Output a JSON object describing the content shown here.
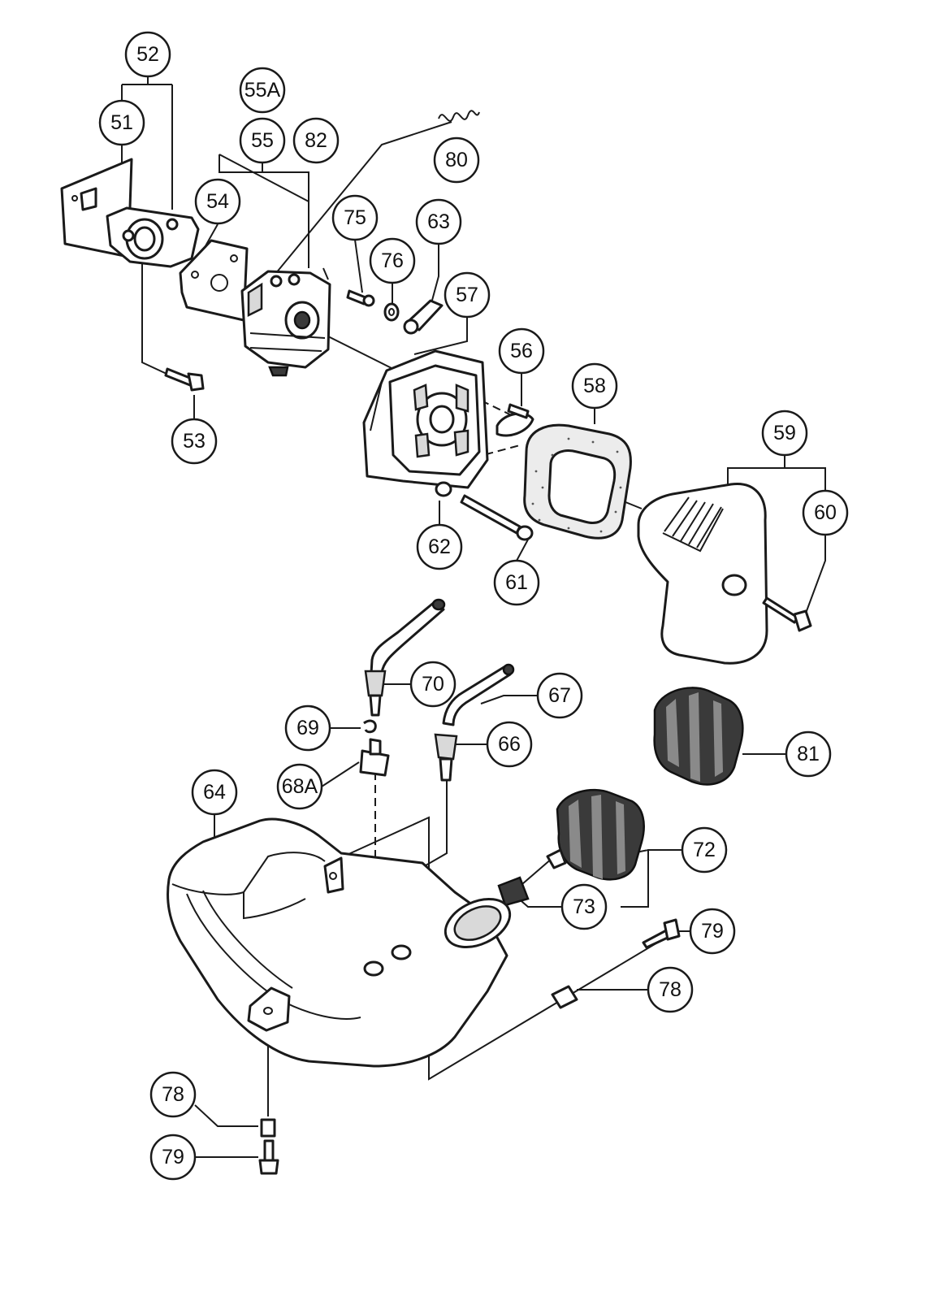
{
  "callouts": [
    {
      "id": "52",
      "label": "52"
    },
    {
      "id": "51",
      "label": "51"
    },
    {
      "id": "55A",
      "label": "55A"
    },
    {
      "id": "55",
      "label": "55"
    },
    {
      "id": "82",
      "label": "82"
    },
    {
      "id": "80",
      "label": "80"
    },
    {
      "id": "54",
      "label": "54"
    },
    {
      "id": "75",
      "label": "75"
    },
    {
      "id": "63",
      "label": "63"
    },
    {
      "id": "76",
      "label": "76"
    },
    {
      "id": "57",
      "label": "57"
    },
    {
      "id": "56",
      "label": "56"
    },
    {
      "id": "58",
      "label": "58"
    },
    {
      "id": "53",
      "label": "53"
    },
    {
      "id": "59",
      "label": "59"
    },
    {
      "id": "60",
      "label": "60"
    },
    {
      "id": "62",
      "label": "62"
    },
    {
      "id": "61",
      "label": "61"
    },
    {
      "id": "70",
      "label": "70"
    },
    {
      "id": "67",
      "label": "67"
    },
    {
      "id": "69",
      "label": "69"
    },
    {
      "id": "66",
      "label": "66"
    },
    {
      "id": "81",
      "label": "81"
    },
    {
      "id": "64",
      "label": "64"
    },
    {
      "id": "68A",
      "label": "68A"
    },
    {
      "id": "72",
      "label": "72"
    },
    {
      "id": "73",
      "label": "73"
    },
    {
      "id": "79a",
      "label": "79"
    },
    {
      "id": "78a",
      "label": "78"
    },
    {
      "id": "78b",
      "label": "78"
    },
    {
      "id": "79b",
      "label": "79"
    }
  ]
}
